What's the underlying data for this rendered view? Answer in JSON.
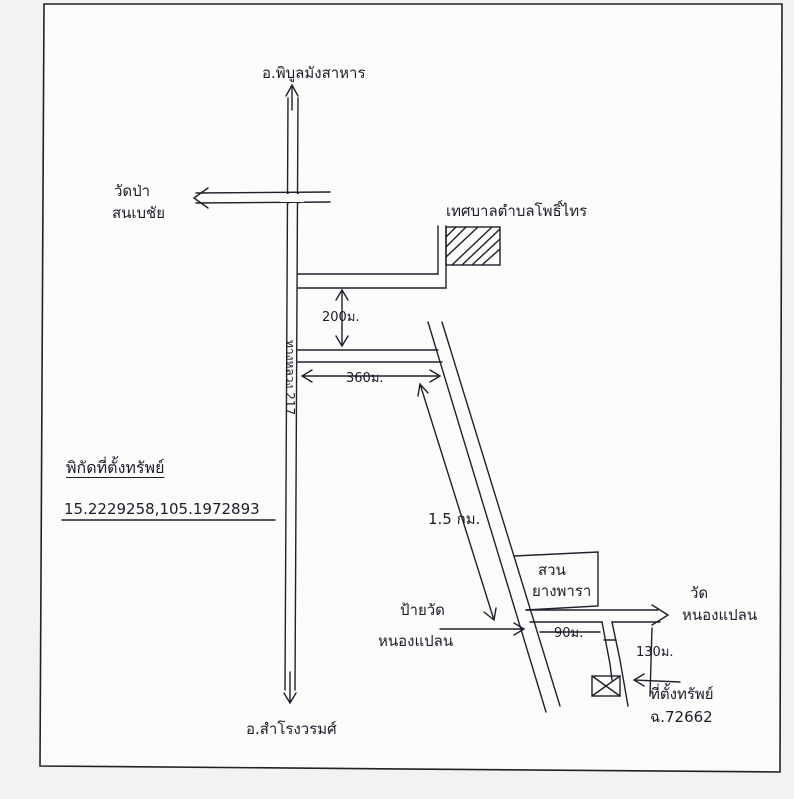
{
  "destinations": {
    "north": "อ.พิบูลมังสาหาร",
    "south": "อ.สำโรงวรมศ์",
    "temple_west": [
      "วัดป่า",
      "สนเบชัย"
    ],
    "temple_east": [
      "วัด",
      "หนองแปลน"
    ]
  },
  "landmarks": {
    "municipality": "เทศบาลตำบลโพธิ์ไทร",
    "rubber_garden": [
      "สวน",
      "ยางพารา"
    ],
    "temple_sign": [
      "ป้ายวัด",
      "หนองแปลน"
    ],
    "property": [
      "ที่ตั้งทรัพย์",
      "ฉ.72662"
    ]
  },
  "roads": {
    "highway": "ทางหลวง 217"
  },
  "distances": {
    "d200": "200ม.",
    "d360": "360ม.",
    "d1_5": "1.5 กม.",
    "d90": "90ม.",
    "d130": "130ม."
  },
  "coordinates": {
    "heading": "พิกัดที่ตั้งทรัพย์",
    "lat": "15.2229258",
    "lng": "105.1972893"
  }
}
